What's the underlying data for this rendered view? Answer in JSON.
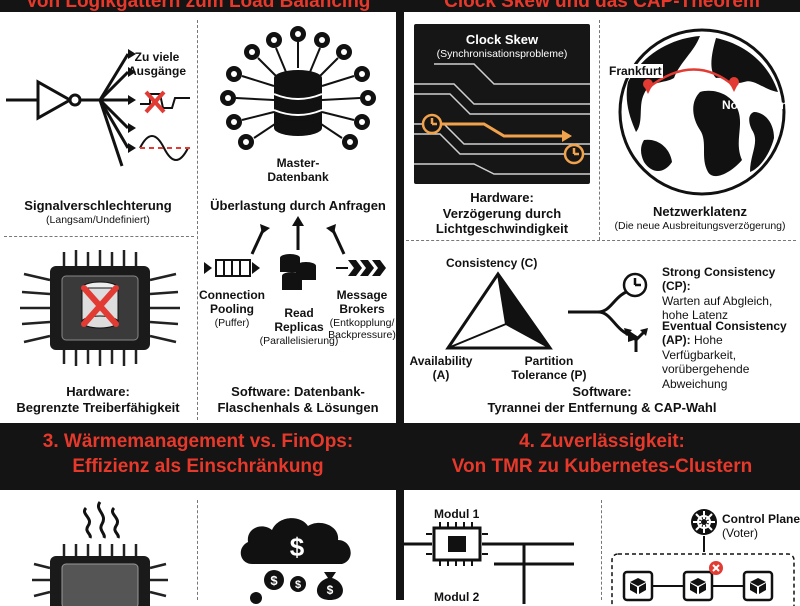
{
  "top_banners": {
    "left": "Von Logikgattern zum Load Balancing",
    "right": "Clock Skew und das CAP-Theorem"
  },
  "panel1": {
    "fanout_label_line1": "Zu viele",
    "fanout_label_line2": "Ausgänge",
    "signal_title": "Signalverschlechterung",
    "signal_sub": "(Langsam/Undefiniert)",
    "hw_title_line1": "Hardware:",
    "hw_title_line2": "Begrenzte Treiberfähigkeit"
  },
  "panel2": {
    "master_line1": "Master-",
    "master_line2": "Datenbank",
    "overload_title": "Überlastung durch Anfragen",
    "pooling_line1": "Connection",
    "pooling_line2": "Pooling",
    "pooling_sub": "(Puffer)",
    "replicas_line1": "Read",
    "replicas_line2": "Replicas",
    "replicas_sub": "(Parallelisierung)",
    "brokers_line1": "Message",
    "brokers_line2": "Brokers",
    "brokers_sub1": "(Entkopplung/",
    "brokers_sub2": "Backpressure)",
    "sw_title_line1": "Software: Datenbank-",
    "sw_title_line2": "Flaschenhals & Lösungen"
  },
  "panel3": {
    "skew_title": "Clock Skew",
    "skew_sub": "(Synchronisationsprobleme)",
    "hw_line1": "Hardware:",
    "hw_line2": "Verzögerung durch",
    "hw_line3": "Lichtgeschwindigkeit",
    "city_a": "Frankfurt",
    "city_b": "Nord-Virginia",
    "latency_title": "Netzwerklatenz",
    "latency_sub": "(Die neue Ausbreitungsverzögerung)"
  },
  "cap": {
    "consistency": "Consistency (C)",
    "availability_line1": "Availability",
    "availability_line2": "(A)",
    "partition_line1": "Partition",
    "partition_line2": "Tolerance (P)",
    "strong_title": "Strong Consistency (CP):",
    "strong_desc_line1": "Warten auf Abgleich,",
    "strong_desc_line2": "hohe Latenz",
    "eventual_title": "Eventual Consistency",
    "eventual_title2": "(AP):",
    "eventual_desc_line0": "Hohe Verfügbarkeit,",
    "eventual_desc_line1": "vorübergehende",
    "eventual_desc_line2": "Abweichung",
    "sw_line1": "Software:",
    "sw_line2": "Tyrannei der Entfernung & CAP-Wahl"
  },
  "bottom_banners": {
    "left_line1": "3. Wärmemanagement vs. FinOps:",
    "left_line2": "Effizienz als Einschränkung",
    "right_line1": "4. Zuverlässigkeit:",
    "right_line2": "Von TMR zu Kubernetes-Clustern"
  },
  "panel4": {
    "modul1": "Modul 1",
    "modul2": "Modul 2",
    "control_plane": "Control Plane",
    "voter": "(Voter)"
  },
  "colors": {
    "banner_bg": "#141414",
    "banner_text": "#e6392b",
    "accent_red": "#e23b33",
    "ink": "#111111"
  }
}
